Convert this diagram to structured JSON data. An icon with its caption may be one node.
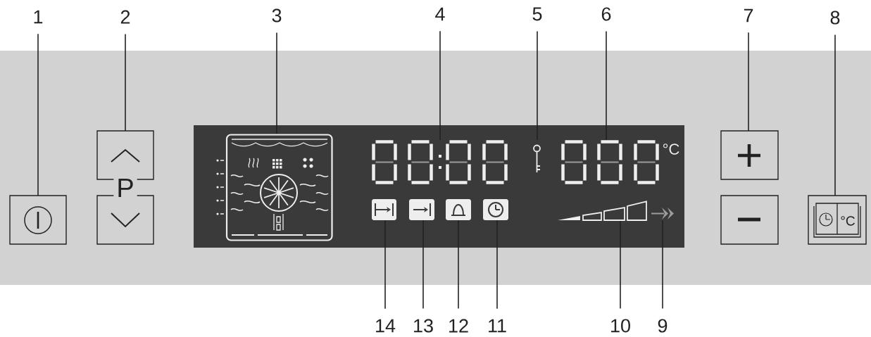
{
  "diagram": {
    "nodes": [
      {
        "text": [
          "1"
        ]
      },
      {
        "text": [
          "2"
        ]
      },
      {
        "text": [
          "3"
        ]
      },
      {
        "text": [
          "4"
        ]
      },
      {
        "text": [
          "5"
        ]
      },
      {
        "text": [
          "6"
        ]
      },
      {
        "text": [
          "7"
        ]
      },
      {
        "text": [
          "8"
        ]
      },
      {
        "text": [],
        "shape": "box"
      },
      {
        "text": [],
        "shape": "box"
      },
      {
        "text": [],
        "shape": "box"
      },
      {
        "text": [],
        "shape": "box"
      },
      {
        "text": [],
        "shape": "picture",
        "in": 11
      },
      {
        "text": [],
        "shape": "picture",
        "in": 11
      },
      {
        "text": [],
        "shape": "picture",
        "in": 11
      },
      {
        "text": [],
        "shape": "picture",
        "in": 11
      },
      {
        "text": [],
        "shape": "picture",
        "in": 11
      },
      {
        "text": [],
        "shape": "picture",
        "in": 11
      },
      {
        "text": [],
        "shape": "picture",
        "in": 11
      },
      {
        "text": [],
        "shape": "picture",
        "in": 11
      },
      {
        "text": [],
        "shape": "picture",
        "in": 11
      },
      {
        "text": [],
        "shape": "picture",
        "in": 11
      },
      {
        "text": [],
        "shape": "box"
      },
      {
        "text": [],
        "shape": "box"
      },
      {
        "text": [],
        "shape": "box"
      },
      {
        "text": [
          "14"
        ]
      },
      {
        "text": [
          "13"
        ]
      },
      {
        "text": [
          "12"
        ]
      },
      {
        "text": [
          "11"
        ]
      },
      {
        "text": [
          "10"
        ]
      },
      {
        "text": [
          "9"
        ]
      }
    ],
    "edges": [
      {
        "from": 0,
        "to": 8,
        "arrow": "none"
      },
      {
        "from": 1,
        "to": 9,
        "arrow": "none"
      },
      {
        "from": 2,
        "to": 12,
        "arrow": "none"
      },
      {
        "from": 3,
        "to": 13,
        "arrow": "none"
      },
      {
        "from": 4,
        "to": 14,
        "arrow": "none"
      },
      {
        "from": 5,
        "to": 15,
        "arrow": "none"
      },
      {
        "from": 6,
        "to": 22,
        "arrow": "none"
      },
      {
        "from": 7,
        "to": 24,
        "arrow": "none"
      },
      {
        "from": 25,
        "to": 16,
        "arrow": "none"
      },
      {
        "from": 26,
        "to": 17,
        "arrow": "none"
      },
      {
        "from": 27,
        "to": 18,
        "arrow": "none"
      },
      {
        "from": 28,
        "to": 19,
        "arrow": "none"
      },
      {
        "from": 29,
        "to": 20,
        "arrow": "none"
      },
      {
        "from": 30,
        "to": 21,
        "arrow": "none"
      }
    ],
    "labels": [
      "P",
      "°C",
      "°C"
    ]
  }
}
